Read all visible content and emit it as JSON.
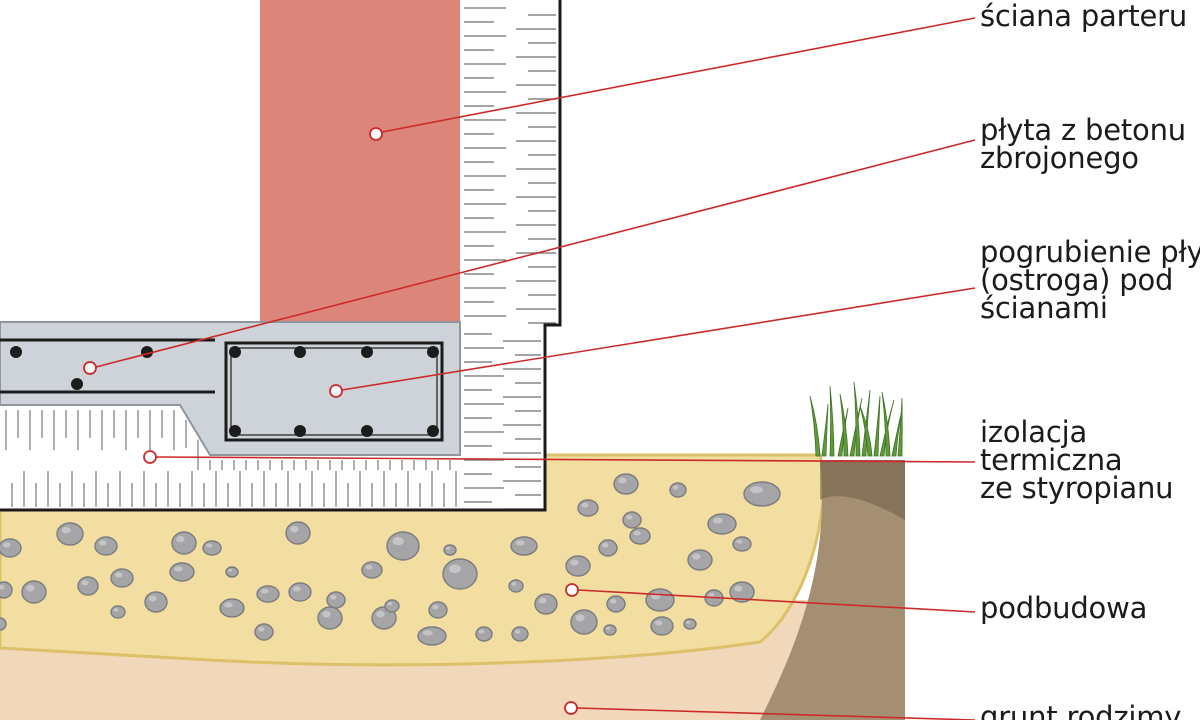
{
  "labels": {
    "sciana_parteru": [
      "ściana parteru"
    ],
    "plyta": [
      "płyta z betonu",
      "zbrojonego"
    ],
    "pogrubienie": [
      "pogrubienie płyty",
      "(ostroga) pod",
      "ścianami"
    ],
    "izolacja": [
      "izolacja",
      "termiczna",
      "ze styropianu"
    ],
    "podbudowa": [
      "podbudowa"
    ],
    "grunt": [
      "grunt rodzimy"
    ]
  },
  "colors": {
    "wall": "#dc857b",
    "slab": "#cdd3d8",
    "slab_outline": "#8f969c",
    "rebar": "#1c1c1c",
    "insulation": "#ffffff",
    "insulation_hatch": "#6d6d6d",
    "subbase": "#f2dea0",
    "subbase_edge": "#dcc06a",
    "stones": "#a5a5a8",
    "native_soil": "#f1d8ba",
    "topsoil": "#a58f72",
    "grass": "#5f9b3a",
    "leader_line": "#cc2a2a",
    "wall_outline": "#1a1a1a"
  }
}
